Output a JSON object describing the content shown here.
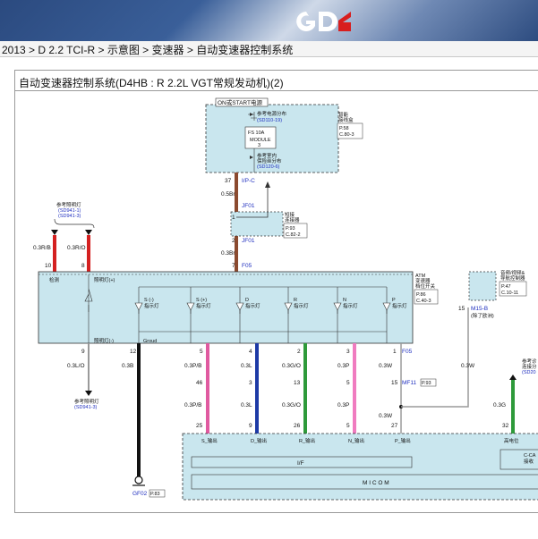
{
  "header": {
    "logo_text": "GDS"
  },
  "breadcrumb": "2013 > D 2.2 TCI-R > 示意图 > 变速器 > 自动变速器控制系统",
  "panel": {
    "title": "自动变速器控制系统(D4HB : R 2.2L VGT常规发动机)(2)"
  },
  "diagram": {
    "on_start": "ON或START电源",
    "fuse_ref_top": "参考电源分布",
    "fuse_ref_top_code": "(SD110-19)",
    "fuse_box_label_1": "智能",
    "fuse_box_label_2": "接线盒",
    "fuse_box_page": "P.58",
    "fuse_box_conn": "C.80-3",
    "fuse_name": "FS 10A",
    "module_1": "MODULE",
    "module_2": "3",
    "indoor_ref": "参考室内",
    "indoor_ref_2": "保险丝分布",
    "indoor_ref_code": "(SD120-6)",
    "pin_37": "37",
    "ipc": "I/P-C",
    "wire_05br": "0.5Br",
    "jf01_top": "JF01",
    "pin_1_jf": "1",
    "short_conn_1": "短接",
    "short_conn_2": "连接器",
    "short_conn_page": "P.93",
    "short_conn_conn": "C.82-2",
    "pin_2_jf": "2",
    "jf01_bot": "JF01",
    "wire_03br": "0.3Br",
    "pin_7": "7",
    "f05_top": "F05",
    "lamp_ref": "参考照明灯",
    "lamp_ref_code_1": "(SD941-1)",
    "lamp_ref_code_2": "(SD941-3)",
    "wire_03rb": "0.3R/B",
    "wire_03ro": "0.3R/O",
    "pin_10": "10",
    "pin_8": "8",
    "detect": "检测",
    "illum_plus": "照明灯(+)",
    "illum_minus": "照明灯(-)",
    "ground": "Groud",
    "atm_1": "ATM",
    "atm_2": "变速器",
    "atm_3": "档位开关",
    "atm_page": "P.86",
    "atm_conn": "C.40-3",
    "ind_s_minus": "S (-)",
    "ind_s_plus": "S (+)",
    "ind_d": "D",
    "ind_r": "R",
    "ind_n": "N",
    "ind_p": "P",
    "indicator": "指示灯",
    "pin_9": "9",
    "pin_12": "12",
    "pin_5a": "5",
    "pin_4a": "4",
    "pin_2a": "2",
    "pin_3a": "3",
    "pin_1a": "1",
    "f05_bot": "F05",
    "wire_03lo": "0.3L/O",
    "wire_03b": "0.3B",
    "wire_03pb": "0.3P/B",
    "wire_03l": "0.3L",
    "wire_03go": "0.3G/O",
    "wire_03p": "0.3P",
    "wire_03w": "0.3W",
    "pin_46": "46",
    "pin_3b": "3",
    "pin_13": "13",
    "pin_5b": "5",
    "pin_15": "15",
    "mf11": "MF11",
    "mf11_page": "P.93",
    "pin_25": "25",
    "pin_9b": "9",
    "pin_26": "26",
    "pin_5c": "5",
    "pin_27": "27",
    "pin_32": "32",
    "lamp_ref_bot": "参考照明灯",
    "lamp_ref_bot_code": "(SD941-3)",
    "audio_1": "音频/视频&",
    "audio_2": "导航控制器",
    "audio_page": "P.47",
    "audio_conn": "C.10-11",
    "m15b": "M15-B",
    "m15b_note": "(除了欧洲)",
    "wire_03w_side": "0.3W",
    "wire_03g": "0.3G",
    "ref_right_1": "参考诊",
    "ref_right_2": "连接分",
    "ref_right_3": "(SD20",
    "out_s": "S_输出",
    "out_d": "D_输出",
    "out_r": "R_输出",
    "out_n": "N_输出",
    "out_p": "P_输出",
    "high_level": "高电位",
    "if_label": "I/F",
    "micom": "M I C O M",
    "cca_1": "C-CA",
    "cca_2": "接收",
    "gf02": "GF02",
    "gf02_page": "P.83",
    "colors": {
      "box_fill": "#c9e6ee",
      "wire_brown": "#8b4a2f",
      "wire_red": "#d42020",
      "wire_pink": "#e05aa0",
      "wire_blue": "#1d3aa6",
      "wire_green": "#2e9a3a",
      "wire_lightpink": "#f07cc0",
      "wire_black": "#111111",
      "wire_grey": "#9a9a9a",
      "label_blue": "#1f2fbf",
      "logo_red": "#d81e1e"
    }
  }
}
